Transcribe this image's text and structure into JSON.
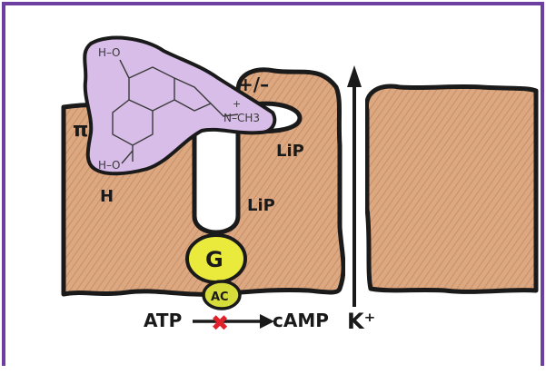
{
  "labels": {
    "charge": "+/–",
    "pi": "π",
    "h_bond": "H",
    "lip_upper": "LiP",
    "lip_lower": "LiP",
    "g_protein": "G",
    "adenylyl_cyclase": "AC",
    "atp": "ATP",
    "camp": "cAMP",
    "potassium": "K⁺",
    "inhibition_mark": "✖"
  },
  "molecule": {
    "amine": "N–CH3",
    "amine_charge": "+",
    "hydroxyl_top": "H–O",
    "hydroxyl_bottom": "H–O"
  },
  "colors": {
    "frame": "#6d3fa0",
    "membrane": "#dca882",
    "membrane_hatch": "#c98e62",
    "molecule_fill": "#d8bde8",
    "g_protein": "#e9ea3c",
    "ac": "#d6dc3a",
    "inhibition": "#e0202a",
    "ink": "#1a1a1a"
  }
}
